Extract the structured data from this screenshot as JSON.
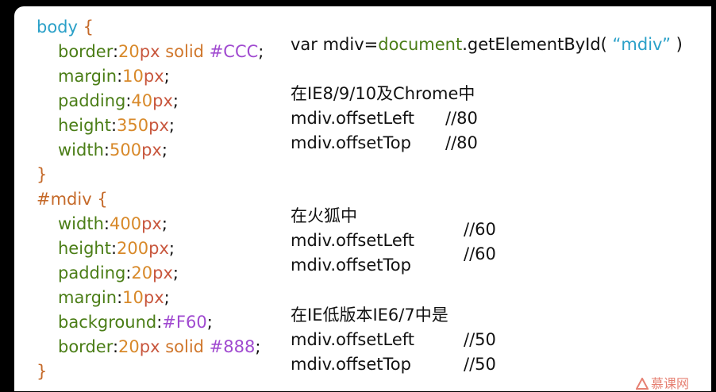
{
  "css_code": {
    "body_selector": "body",
    "body_open": " {",
    "body_rules": [
      {
        "prop": "border",
        "num": "20",
        "unit": "px",
        "kw": " solid ",
        "hex": "#CCC",
        "end": ";"
      },
      {
        "prop": "margin",
        "num": "10",
        "unit": "px",
        "end": ";"
      },
      {
        "prop": "padding",
        "num": "40",
        "unit": "px",
        "end": ";"
      },
      {
        "prop": "height",
        "num": "350",
        "unit": "px",
        "end": ";"
      },
      {
        "prop": "width",
        "num": "500",
        "unit": "px",
        "end": ";"
      }
    ],
    "body_close": "}",
    "mdiv_selector": "#mdiv",
    "mdiv_open": " {",
    "mdiv_rules": [
      {
        "prop": "width",
        "num": "400",
        "unit": "px",
        "end": ";"
      },
      {
        "prop": "height",
        "num": "200",
        "unit": "px",
        "end": ";"
      },
      {
        "prop": "padding",
        "num": "20",
        "unit": "px",
        "end": ";"
      },
      {
        "prop": "margin",
        "num": "10",
        "unit": "px",
        "end": ";"
      },
      {
        "prop": "background",
        "hex": "#F60",
        "end": ";"
      },
      {
        "prop": "border",
        "num": "20",
        "unit": "px",
        "kw": " solid ",
        "hex": "#888",
        "end": ";"
      }
    ],
    "mdiv_close": "}",
    "colon": ":"
  },
  "notes": {
    "js_var": "var mdiv=",
    "js_fn": "document",
    "js_method": ".getElementById(",
    "js_str": " “mdiv” ",
    "js_close": ")",
    "ie_header": "在IE8/9/10及Chrome中",
    "ie_left_label": "mdiv.offsetLeft",
    "ie_left_value": "//80",
    "ie_top_label": "mdiv.offsetTop",
    "ie_top_value": "//80",
    "ff_header": "在火狐中",
    "ff_left_label": "mdiv.offsetLeft",
    "ff_left_value": "//60",
    "ff_top_label": "mdiv.offsetTop",
    "ff_top_value": "//60",
    "old_ie_header": "在IE低版本IE6/7中是",
    "old_left_label": "mdiv.offsetLeft",
    "old_left_value": "//50",
    "old_top_label": "mdiv.offsetTop",
    "old_top_value": "//50"
  },
  "watermark": {
    "text": "慕课网",
    "icon": "imooc-logo-icon",
    "color": "#e26a5a"
  }
}
